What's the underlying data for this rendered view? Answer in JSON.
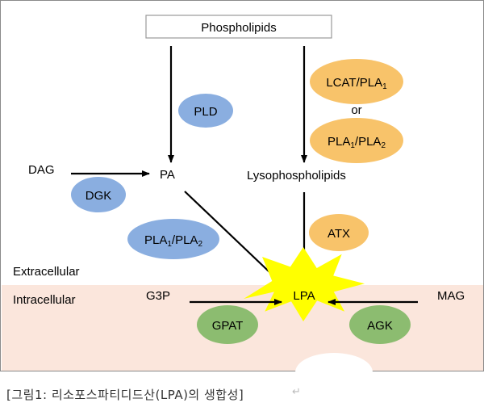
{
  "labels": {
    "phospholipids": "Phospholipids",
    "pa": "PA",
    "lysophospholipids": "Lysophospholipids",
    "dag": "DAG",
    "lpa": "LPA",
    "g3p": "G3P",
    "mag": "MAG",
    "extracellular": "Extracellular",
    "intracellular": "Intracellular",
    "or": "or"
  },
  "enzymes": {
    "pld": "PLD",
    "dgk": "DGK",
    "lcat_pla1": {
      "main": "LCAT/PLA",
      "sub": "1"
    },
    "pla1_pla2_right": {
      "a": "PLA",
      "a_sub": "1",
      "b": "/PLA",
      "b_sub": "2"
    },
    "pla1_pla2_left": {
      "a": "PLA",
      "a_sub": "1",
      "b": "/PLA",
      "b_sub": "2"
    },
    "atx": "ATX",
    "gpat": "GPAT",
    "agk": "AGK"
  },
  "colors": {
    "blue_enzyme": "#8aaee0",
    "orange_enzyme": "#f8c36a",
    "green_enzyme": "#8cbc70",
    "intracellular_band": "#fbe6dc",
    "lpa_star": "#ffff00",
    "arrow": "#000000"
  },
  "caption": {
    "text": "[그림1:  리소포스파티디드산(LPA)의  생합성]",
    "return_mark": "↵"
  }
}
